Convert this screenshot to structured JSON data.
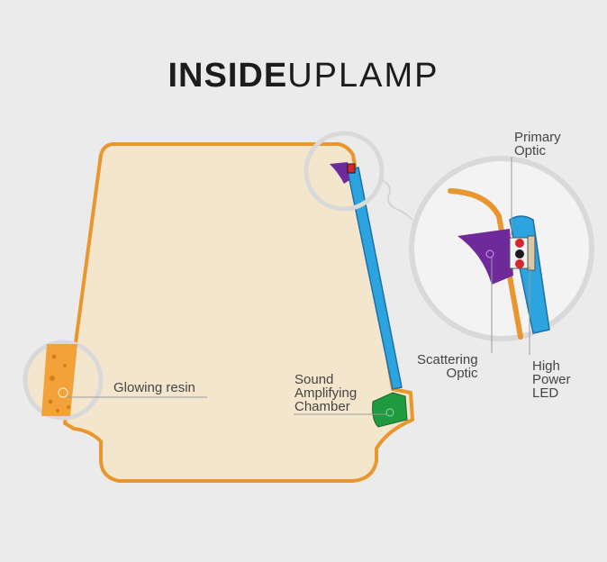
{
  "title": {
    "bold": "INSIDE",
    "light": "UPLAMP"
  },
  "labels": {
    "glowing_resin": "Glowing resin",
    "sound_chamber": "Sound\nAmplifying\nChamber",
    "primary_optic": "Primary\nOptic",
    "scattering_optic": "Scattering\nOptic",
    "high_power_led": "High\nPower\nLED"
  },
  "colors": {
    "background": "#ebebeb",
    "body_fill": "#f4e6cd",
    "outline_orange": "#e8962d",
    "light_pipe_blue": "#2ba4e0",
    "scattering_purple": "#6e2a9b",
    "chamber_green": "#1f9a3f",
    "resin_orange": "#f3a23a",
    "led_red": "#d8262c",
    "led_black": "#1a1a1a"
  }
}
